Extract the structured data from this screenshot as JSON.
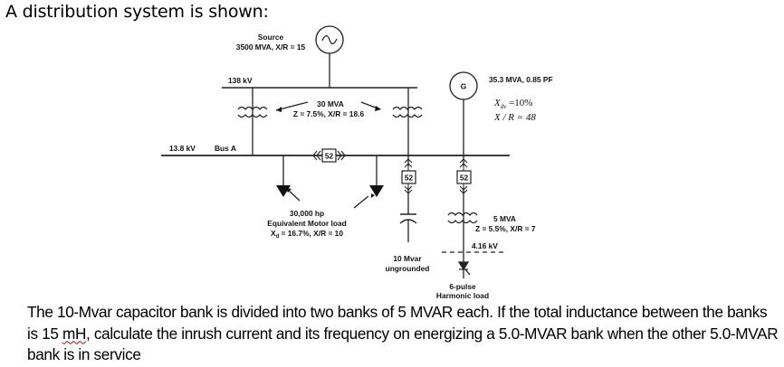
{
  "intro": "A distribution system is shown:",
  "diagram": {
    "source": {
      "label": "Source",
      "rating": "3500 MVA, X/R = 15",
      "symbol": "ac-source-icon"
    },
    "hv_bus": {
      "voltage": "138 kV"
    },
    "transformers": {
      "rating": "30 MVA",
      "impedance": "Z = 7.5%, X/R = 18.6"
    },
    "bus_a": {
      "voltage": "13.8 kV",
      "name": "Bus A"
    },
    "tie_breaker": {
      "label": "52"
    },
    "motor_load": {
      "line1": "30,000 hp",
      "line2": "Equivalent Motor load",
      "line3_prefix": "X",
      "line3_sub": "d",
      "line3_rest": " = 16.7%, X/R = 10"
    },
    "capacitor_breaker": {
      "label": "52"
    },
    "capacitor": {
      "line1": "10 Mvar",
      "line2": "ungrounded"
    },
    "generator": {
      "symbol": "G",
      "rating": "35.3 MVA, 0.85 PF",
      "xdv": "X″dv = 10%",
      "xdv_main": "X",
      "xdv_sub": "dv",
      "xdv_rest": " =10%",
      "xr": "X / R = 48"
    },
    "generator_breaker": {
      "label": "52"
    },
    "harmonic_transformer": {
      "rating": "5 MVA",
      "impedance": "Z = 5.5%, X/R = 7",
      "secondary_voltage": "4.16 kV"
    },
    "harmonic_load": {
      "line1": "6-pulse",
      "line2": "Harmonic load"
    }
  },
  "question": {
    "part1": "The 10-Mvar capacitor bank is divided into two banks of 5 MVAR each. If the total inductance between the banks is 15 ",
    "flagged_word": "mH",
    "part2": ", calculate the inrush current and its frequency on energizing a 5.0-MVAR bank when the other 5.0-MVAR bank is in service"
  }
}
